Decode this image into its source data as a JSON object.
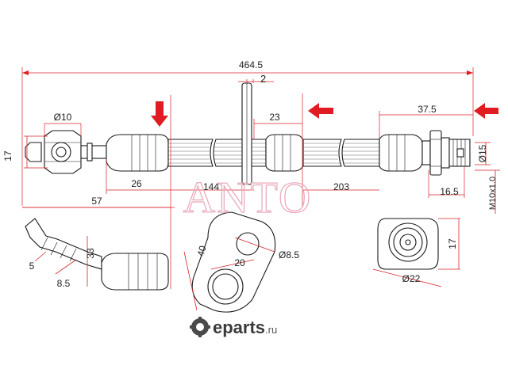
{
  "dimensions": {
    "total_length": "464.5",
    "bracket_thickness": "2",
    "fitting_dia": "Ø10",
    "end_height": "17",
    "mid_length_top": "23",
    "right_length": "37.5",
    "right_dia": "Ø15",
    "left_offset": "26",
    "left_section": "144",
    "right_section": "203",
    "right_fitting_len": "16.5",
    "thread": "M10x1.0",
    "detail_length": "57",
    "detail_angle": "5",
    "detail_depth": "33",
    "detail_width": "8.5",
    "bracket_height": "40",
    "bracket_spacing": "20",
    "bracket_hole": "Ø8.5",
    "end_view_height": "17",
    "end_view_dia": "Ø22"
  },
  "watermark": "ANTO",
  "brand": {
    "name": "eparts",
    "domain": ".ru"
  },
  "colors": {
    "dimension": "#d8232a",
    "arrow": "#e01b22",
    "watermark": "#e9a8b8",
    "drawing": "#1a1a1a"
  }
}
